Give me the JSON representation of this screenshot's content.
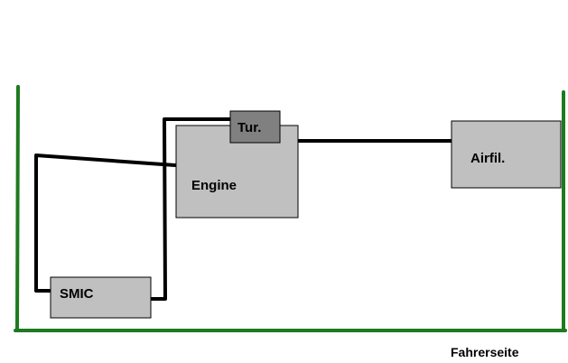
{
  "components": {
    "engine": "Engine",
    "turbo": "Tur.",
    "air_filter": "Airfil.",
    "smic": "SMIC"
  },
  "caption": "Fahrerseite",
  "colors": {
    "frame": "#1e7a1e",
    "pipe": "#000000",
    "box_fill": "#c0c0c0",
    "turbo_fill": "#808080"
  }
}
